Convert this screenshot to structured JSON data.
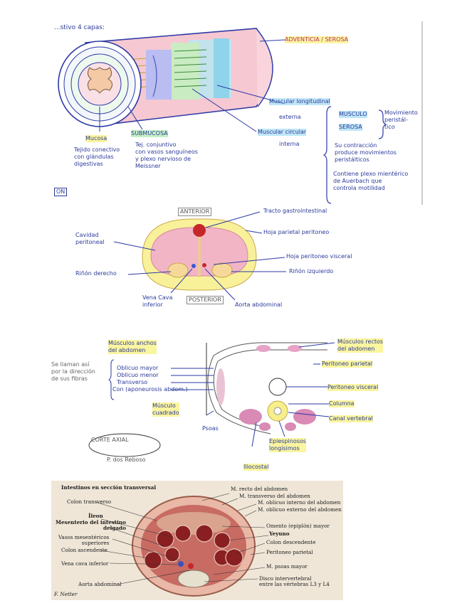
{
  "section1": {
    "title": "...stivo 4 capas:",
    "adventicia": "ADVENTICIA / SEROSA",
    "muscular_longitudinal": "Muscular longitudinal",
    "externa": "externa",
    "muscular_circular": "Muscular circular",
    "interna": "interna",
    "mucosa": "Mucosa",
    "mucosa_desc": "Tejido conectivo\ncon glándulas\ndigestivas",
    "submucosa": "SUBMUCOSA",
    "submucosa_desc": "Tej. conjuntivo\ncon vasos sanguíneos\ny plexo nervioso de\nMeissner",
    "right_musculo": "MUSCULO",
    "right_serosa": "SEROSA",
    "right_desc1": "Movimiento\nperistál-\ntico",
    "right_desc2": "Su contracción\nproduce movimientos\nperistálticos",
    "right_desc3": "Contiene plexo mientérico\nde Auerbach que\ncontrola motilidad",
    "corner_tag": "ON"
  },
  "section2": {
    "anterior": "ANTERIOR",
    "posterior": "POSTERIOR",
    "tracto": "Tracto gastrointestinal",
    "hoja_parietal": "Hoja parietal peritoneo",
    "cavidad": "Cavidad\nperitoneal",
    "hoja_visceral": "Hoja peritoneo visceral",
    "rinon_derecho": "Riñón derecho",
    "rinon_izquierdo": "Riñón izquierdo",
    "vena_cava": "Vena Cava\ninferior",
    "aorta": "Aorta abdominal"
  },
  "section3": {
    "musculos_anchos": "Músculos anchos\ndel abdomen",
    "se_nombran": "Se llaman así\npor la dirección\nde sus fibras",
    "oblicuo_mayor": "Oblicuo mayor",
    "oblicuo_menor": "Oblicuo menor",
    "transverso": "Transverso",
    "fascia": "Con (aponeurosis abdom.)",
    "musculo_cuadrado": "Músculo\ncuadrado",
    "psoas": "Psoas",
    "rectos": "Músculos rectos\ndel abdomen",
    "peritoneo_parietal": "Peritoneo parietal",
    "peritoneo_visceral": "Peritoneo visceral",
    "columna": "Columna",
    "canal_vertebral": "Canal vertebral",
    "epiespinosos": "Epiespinosos\nlongísimos",
    "iliocostal": "Iliocostal",
    "corte_axial": "CORTE AXIAL",
    "signature": "P. dos Reboso"
  },
  "atlas": {
    "title": "Intestinos en sección transversal",
    "right_labels": [
      "M. recto del abdomen",
      "M. transverso del abdomen",
      "M. oblicuo interno del abdomen",
      "M. oblicuo externo del abdomen",
      "Omento (epiplón) mayor",
      "Yeyuno",
      "Colon descendente",
      "Peritoneo parietal",
      "M. psoas mayor",
      "Disco intervertebral\nentre las vértebras L3 y L4"
    ],
    "left_labels": [
      "Colon transverso",
      "Íleon",
      "Mesenterio del intestino\ndelgado",
      "Vasos mesentéricos\nsuperiores",
      "Colon ascendente",
      "Vena cava inferior",
      "Aorta abdominal"
    ],
    "signature": "F. Netter"
  }
}
